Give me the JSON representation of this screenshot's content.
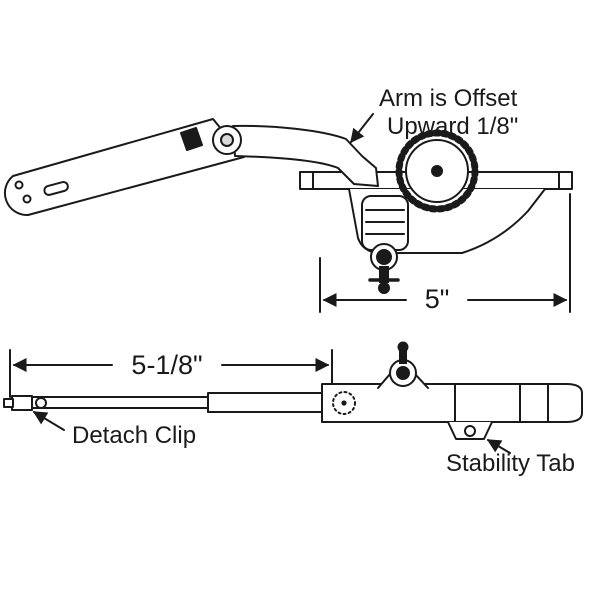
{
  "colors": {
    "line": "#1a1a1a",
    "background": "#ffffff"
  },
  "annotations": {
    "arm_offset_line1": "Arm is Offset",
    "arm_offset_line2": "Upward 1/8\"",
    "detach_clip": "Detach Clip",
    "stability_tab": "Stability Tab"
  },
  "dimensions": {
    "operator_body_width": "5\"",
    "arm_length": "5-1/8\""
  }
}
